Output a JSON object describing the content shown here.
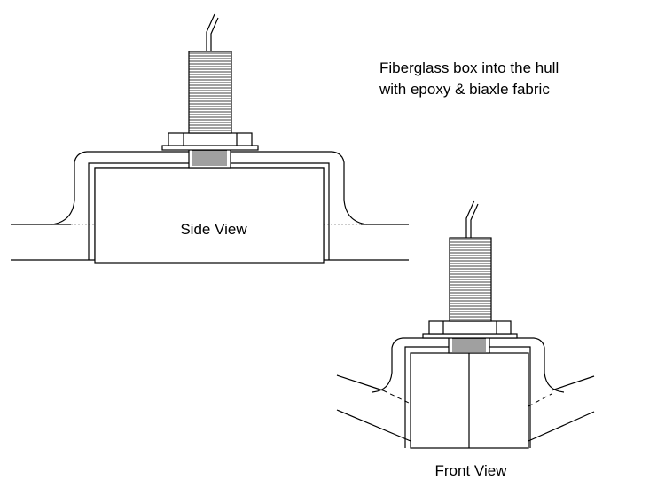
{
  "annotation": {
    "line1": "Fiberglass box into the hull",
    "line2": "with epoxy & biaxle fabric"
  },
  "side_view": {
    "label": "Side View"
  },
  "front_view": {
    "label": "Front View"
  }
}
